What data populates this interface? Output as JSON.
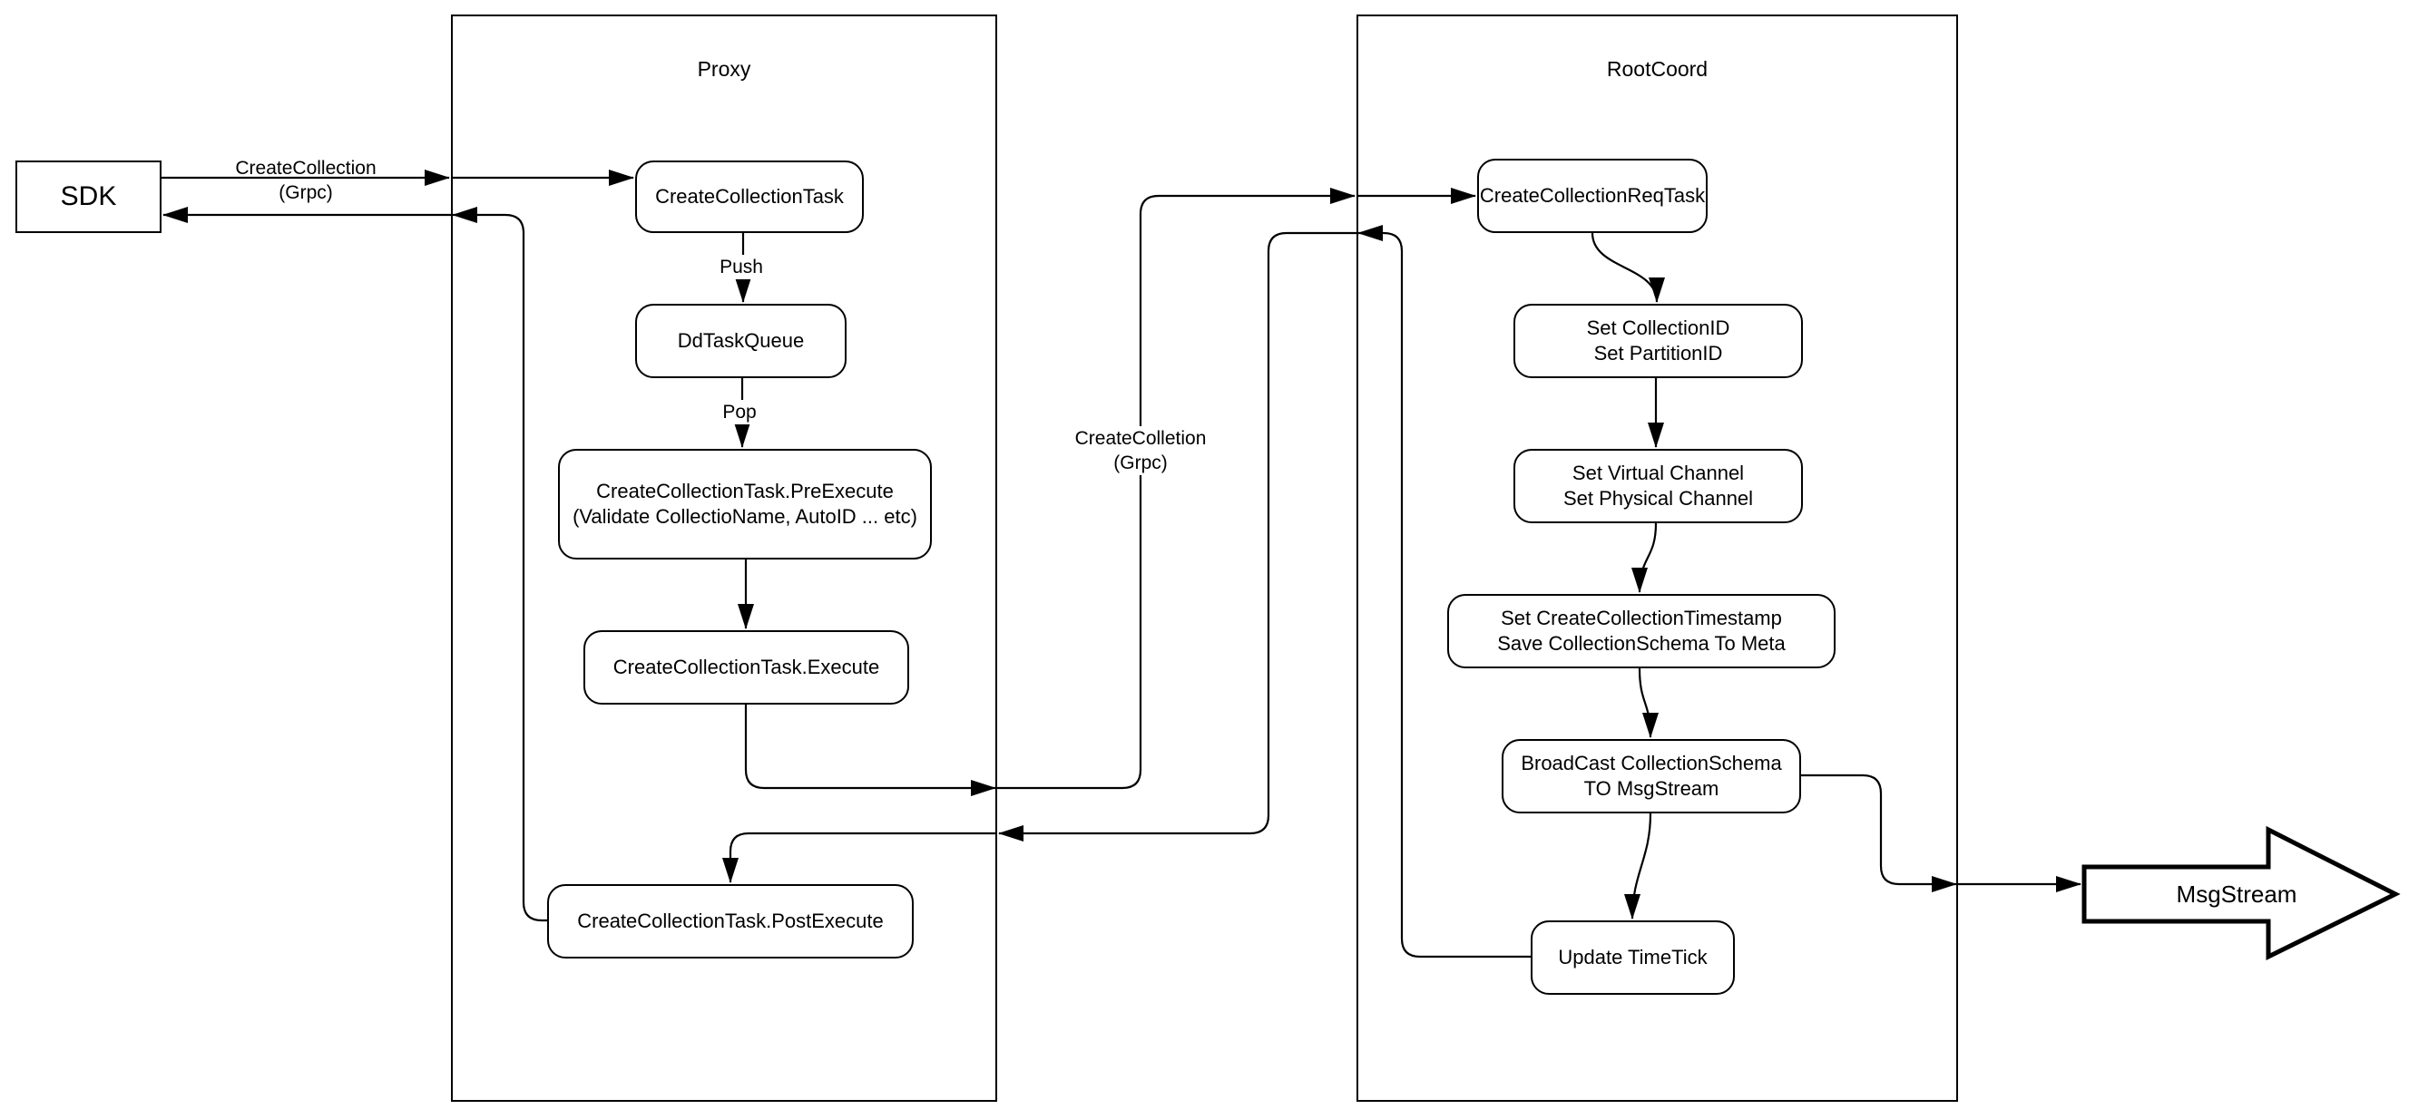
{
  "sdk": {
    "label": "SDK"
  },
  "labels": {
    "sdk_request": "CreateCollection\n(Grpc)",
    "inter_request": "CreateColletion\n(Grpc)",
    "push": "Push",
    "pop": "Pop"
  },
  "proxy": {
    "title": "Proxy",
    "nodes": {
      "create_collection_task": {
        "label": "CreateCollectionTask"
      },
      "dd_task_queue": {
        "label": "DdTaskQueue"
      },
      "pre_execute": {
        "label": "CreateCollectionTask.PreExecute\n(Validate CollectioName, AutoID ... etc)"
      },
      "execute": {
        "label": "CreateCollectionTask.Execute"
      },
      "post_execute": {
        "label": "CreateCollectionTask.PostExecute"
      }
    }
  },
  "rootcoord": {
    "title": "RootCoord",
    "nodes": {
      "req_task": {
        "label": "CreateCollectionReqTask"
      },
      "set_ids": {
        "label": "Set CollectionID\nSet PartitionID"
      },
      "set_channels": {
        "label": "Set Virtual Channel\nSet Physical Channel"
      },
      "set_timestamp": {
        "label": "Set CreateCollectionTimestamp\nSave CollectionSchema To Meta"
      },
      "broadcast": {
        "label": "BroadCast CollectionSchema\nTO MsgStream"
      },
      "update_timetick": {
        "label": "Update TimeTick"
      }
    }
  },
  "msgstream": {
    "label": "MsgStream"
  },
  "colors": {
    "stroke": "#000000",
    "background": "#ffffff"
  }
}
